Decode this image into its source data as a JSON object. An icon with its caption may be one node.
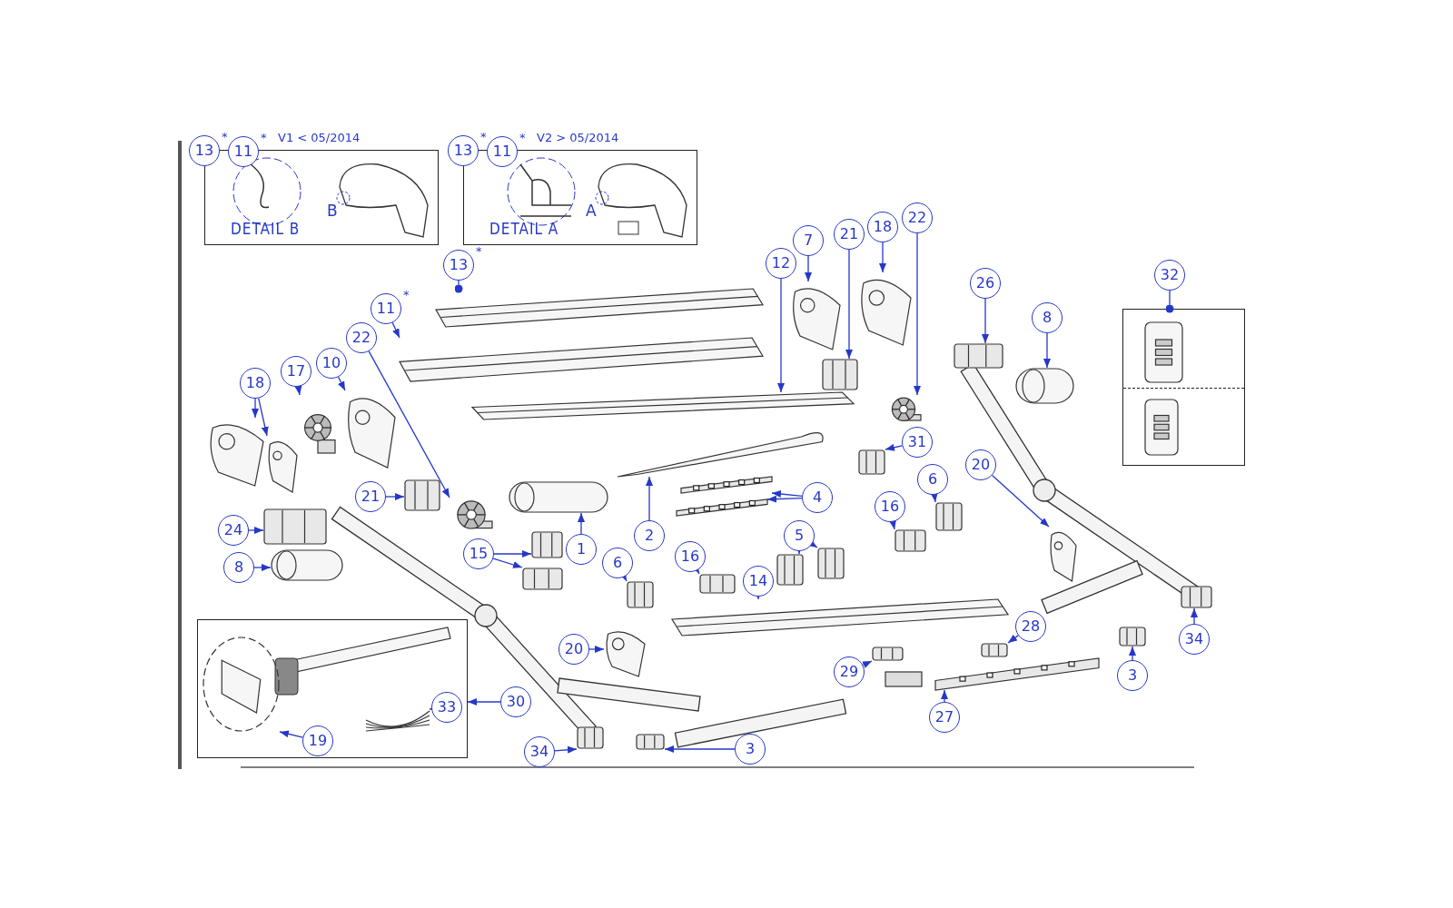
{
  "diagram": {
    "nodes": [
      {
        "text": [
          "V1 < 05/2014",
          "DETAIL B"
        ]
      },
      {
        "text": [
          "13"
        ],
        "beside": [
          "*"
        ]
      },
      {
        "text": [
          "11"
        ],
        "beside": [
          "*"
        ]
      },
      {
        "text": [
          "V2 > 05/2014",
          "DETAIL A"
        ]
      },
      {
        "text": [
          "13"
        ],
        "beside": [
          "*"
        ]
      },
      {
        "text": [
          "11"
        ],
        "beside": [
          "*"
        ]
      },
      {
        "text": [
          "13"
        ],
        "beside": [
          "*"
        ]
      },
      {
        "text": [],
        "shape": "picture"
      },
      {
        "text": [
          "11"
        ],
        "beside": [
          "*"
        ]
      },
      {
        "text": [],
        "shape": "picture"
      },
      {
        "text": [
          "12"
        ]
      },
      {
        "text": [],
        "shape": "picture"
      },
      {
        "text": [
          "7"
        ]
      },
      {
        "text": [],
        "shape": "picture"
      },
      {
        "text": [
          "21"
        ]
      },
      {
        "text": [],
        "shape": "picture"
      },
      {
        "text": [
          "18"
        ]
      },
      {
        "text": [],
        "shape": "picture"
      },
      {
        "text": [
          "22"
        ]
      },
      {
        "text": [],
        "shape": "picture"
      },
      {
        "text": [
          "26"
        ]
      },
      {
        "text": [],
        "shape": "picture"
      },
      {
        "text": [
          "8"
        ]
      },
      {
        "text": [],
        "shape": "picture"
      },
      {
        "text": [
          "32"
        ]
      },
      {
        "text": [],
        "shape": "box"
      },
      {
        "text": [],
        "shape": "picture",
        "in": 25
      },
      {
        "text": [],
        "shape": "picture",
        "in": 25
      },
      {
        "text": [
          "18"
        ]
      },
      {
        "text": [],
        "shape": "picture"
      },
      {
        "text": [],
        "shape": "picture"
      },
      {
        "text": [
          "17"
        ]
      },
      {
        "text": [],
        "shape": "picture"
      },
      {
        "text": [
          "10"
        ]
      },
      {
        "text": [],
        "shape": "picture"
      },
      {
        "text": [
          "22"
        ]
      },
      {
        "text": [],
        "shape": "picture"
      },
      {
        "text": [
          "21"
        ]
      },
      {
        "text": [],
        "shape": "picture"
      },
      {
        "text": [
          "24"
        ]
      },
      {
        "text": [],
        "shape": "picture"
      },
      {
        "text": [
          "8"
        ]
      },
      {
        "text": [],
        "shape": "picture"
      },
      {
        "text": [
          "15"
        ]
      },
      {
        "text": [],
        "shape": "picture"
      },
      {
        "text": [],
        "shape": "picture"
      },
      {
        "text": [
          "1"
        ]
      },
      {
        "text": [],
        "shape": "picture"
      },
      {
        "text": [
          "2"
        ]
      },
      {
        "text": [],
        "shape": "picture"
      },
      {
        "text": [
          "6"
        ]
      },
      {
        "text": [],
        "shape": "picture"
      },
      {
        "text": [
          "4"
        ]
      },
      {
        "text": [],
        "shape": "picture"
      },
      {
        "text": [],
        "shape": "picture"
      },
      {
        "text": [
          "5"
        ]
      },
      {
        "text": [],
        "shape": "picture"
      },
      {
        "text": [],
        "shape": "picture"
      },
      {
        "text": [
          "16"
        ]
      },
      {
        "text": [],
        "shape": "picture"
      },
      {
        "text": [
          "6"
        ]
      },
      {
        "text": [],
        "shape": "picture"
      },
      {
        "text": [
          "31"
        ]
      },
      {
        "text": [],
        "shape": "picture"
      },
      {
        "text": [
          "20"
        ]
      },
      {
        "text": [],
        "shape": "picture"
      },
      {
        "text": [
          "16"
        ]
      },
      {
        "text": [],
        "shape": "picture"
      },
      {
        "text": [
          "14"
        ]
      },
      {
        "text": [],
        "shape": "picture"
      },
      {
        "text": [
          "20"
        ]
      },
      {
        "text": [],
        "shape": "picture"
      },
      {
        "text": [
          "29"
        ]
      },
      {
        "text": [],
        "shape": "picture"
      },
      {
        "text": [
          "28"
        ]
      },
      {
        "text": [],
        "shape": "picture"
      },
      {
        "text": [
          "3"
        ]
      },
      {
        "text": [],
        "shape": "picture"
      },
      {
        "text": [
          "34"
        ]
      },
      {
        "text": [],
        "shape": "picture"
      },
      {
        "text": [
          "27"
        ]
      },
      {
        "text": [],
        "shape": "picture"
      },
      {
        "text": [],
        "shape": "box"
      },
      {
        "text": [
          "19"
        ],
        "in": 82
      },
      {
        "text": [],
        "shape": "picture",
        "in": 82
      },
      {
        "text": [
          "33"
        ],
        "in": 82
      },
      {
        "text": [],
        "shape": "picture",
        "in": 82
      },
      {
        "text": [
          "30"
        ]
      },
      {
        "text": [
          "34"
        ]
      },
      {
        "text": [],
        "shape": "picture"
      },
      {
        "text": [
          "3"
        ]
      },
      {
        "text": [],
        "shape": "picture"
      }
    ],
    "edges": [
      {
        "from": 6,
        "to": 7,
        "arrow": "other"
      },
      {
        "from": 8,
        "to": 9,
        "arrow": "to"
      },
      {
        "from": 10,
        "to": 11,
        "arrow": "to"
      },
      {
        "from": 12,
        "to": 13,
        "arrow": "to"
      },
      {
        "from": 14,
        "to": 15,
        "arrow": "to"
      },
      {
        "from": 16,
        "to": 17,
        "arrow": "to"
      },
      {
        "from": 18,
        "to": 19,
        "arrow": "to"
      },
      {
        "from": 20,
        "to": 21,
        "arrow": "to"
      },
      {
        "from": 22,
        "to": 23,
        "arrow": "to"
      },
      {
        "from": 24,
        "to": 25,
        "arrow": "other"
      },
      {
        "from": 28,
        "to": 29,
        "arrow": "to"
      },
      {
        "from": 28,
        "to": 30,
        "arrow": "to"
      },
      {
        "from": 31,
        "to": 32,
        "arrow": "to"
      },
      {
        "from": 33,
        "to": 34,
        "arrow": "to"
      },
      {
        "from": 35,
        "to": 36,
        "arrow": "to"
      },
      {
        "from": 37,
        "to": 38,
        "arrow": "to"
      },
      {
        "from": 39,
        "to": 40,
        "arrow": "to"
      },
      {
        "from": 41,
        "to": 42,
        "arrow": "to"
      },
      {
        "from": 43,
        "to": 44,
        "arrow": "to"
      },
      {
        "from": 43,
        "to": 45,
        "arrow": "to"
      },
      {
        "from": 46,
        "to": 47,
        "arrow": "to"
      },
      {
        "from": 48,
        "to": 49,
        "arrow": "to"
      },
      {
        "from": 50,
        "to": 51,
        "arrow": "to"
      },
      {
        "from": 52,
        "to": 53,
        "arrow": "to"
      },
      {
        "from": 52,
        "to": 54,
        "arrow": "to"
      },
      {
        "from": 55,
        "to": 56,
        "arrow": "to"
      },
      {
        "from": 55,
        "to": 57,
        "arrow": "to"
      },
      {
        "from": 58,
        "to": 59,
        "arrow": "to"
      },
      {
        "from": 60,
        "to": 61,
        "arrow": "to"
      },
      {
        "from": 62,
        "to": 63,
        "arrow": "to"
      },
      {
        "from": 64,
        "to": 65,
        "arrow": "to"
      },
      {
        "from": 66,
        "to": 67,
        "arrow": "to"
      },
      {
        "from": 68,
        "to": 69,
        "arrow": "to"
      },
      {
        "from": 70,
        "to": 71,
        "arrow": "to"
      },
      {
        "from": 72,
        "to": 73,
        "arrow": "to"
      },
      {
        "from": 74,
        "to": 75,
        "arrow": "to"
      },
      {
        "from": 76,
        "to": 77,
        "arrow": "to"
      },
      {
        "from": 78,
        "to": 79,
        "arrow": "to"
      },
      {
        "from": 80,
        "to": 81,
        "arrow": "to"
      },
      {
        "from": 83,
        "to": 84,
        "arrow": "to"
      },
      {
        "from": 85,
        "to": 86,
        "arrow": "to"
      },
      {
        "from": 87,
        "to": 82,
        "arrow": "to"
      },
      {
        "from": 88,
        "to": 89,
        "arrow": "to"
      },
      {
        "from": 90,
        "to": 91,
        "arrow": "to"
      }
    ],
    "labels": [
      "B",
      "A"
    ]
  }
}
